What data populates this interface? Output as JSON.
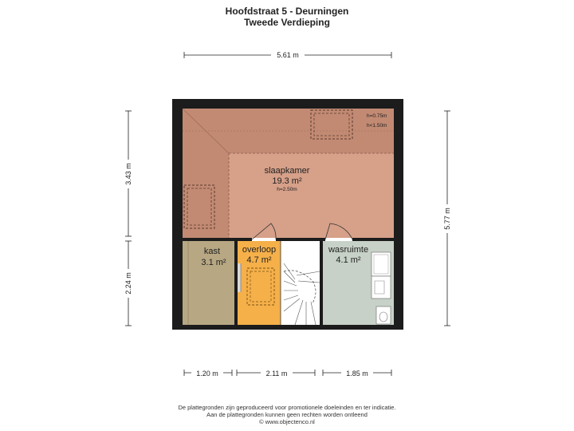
{
  "header": {
    "address": "Hoofdstraat 5 - Deurningen",
    "floor": "Tweede Verdieping"
  },
  "dimensions": {
    "top_width": "5.61 m",
    "right_height": "5.77 m",
    "left_upper_height": "3.43 m",
    "left_lower_height": "2.24 m",
    "bottom_left_width": "1.20 m",
    "bottom_mid_width": "2.11 m",
    "bottom_right_width": "1.85 m"
  },
  "rooms": {
    "slaapkamer": {
      "name": "slaapkamer",
      "area": "19.3 m²",
      "height": "h=2.50m"
    },
    "kast": {
      "name": "kast",
      "area": "3.1 m²"
    },
    "overloop": {
      "name": "overloop",
      "area": "4.7 m²"
    },
    "wasruimte": {
      "name": "wasruimte",
      "area": "4.1 m²"
    }
  },
  "height_notes": {
    "low": "h=0.75m",
    "mid": "h<1.50m"
  },
  "footer": {
    "line1": "De plattegronden zijn geproduceerd voor promotionele doeleinden en ter indicatie.",
    "line2": "Aan de plattegronden kunnen geen rechten worden ontleend",
    "line3": "© www.objectenco.nl"
  },
  "colors": {
    "wall": "#1c1c1c",
    "slaapkamer": "#d6a089",
    "slaapkamer_low": "#c28a73",
    "kast": "#b7a783",
    "overloop": "#f5b04a",
    "wasruimte": "#c7d1c7",
    "stairs": "#ffffff"
  }
}
